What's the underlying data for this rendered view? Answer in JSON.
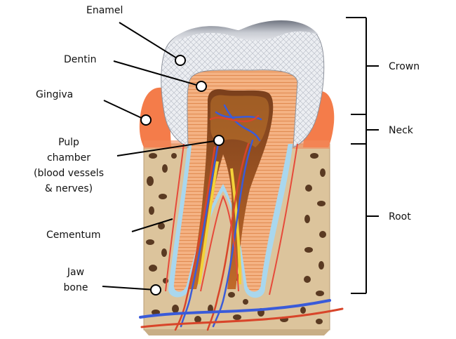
{
  "labels": {
    "enamel": "Enamel",
    "dentin": "Dentin",
    "gingiva": "Gingiva",
    "pulp_line1": "Pulp",
    "pulp_line2": "chamber",
    "pulp_line3": "(blood vessels",
    "pulp_line4": "& nerves)",
    "cementum": "Cementum",
    "jaw_line1": "Jaw",
    "jaw_line2": "bone"
  },
  "regions": {
    "crown": "Crown",
    "neck": "Neck",
    "root": "Root"
  },
  "colors": {
    "enamel": "#e8eaef",
    "enamel_top": "#9aa0ab",
    "dentin": "#f0a56a",
    "gum": "#f47c4a",
    "bone": "#dcc49c",
    "bone_hole": "#5a3a22",
    "vein": "#3a5bd9",
    "artery": "#d8452a",
    "cementum": "#a9d7ee"
  }
}
